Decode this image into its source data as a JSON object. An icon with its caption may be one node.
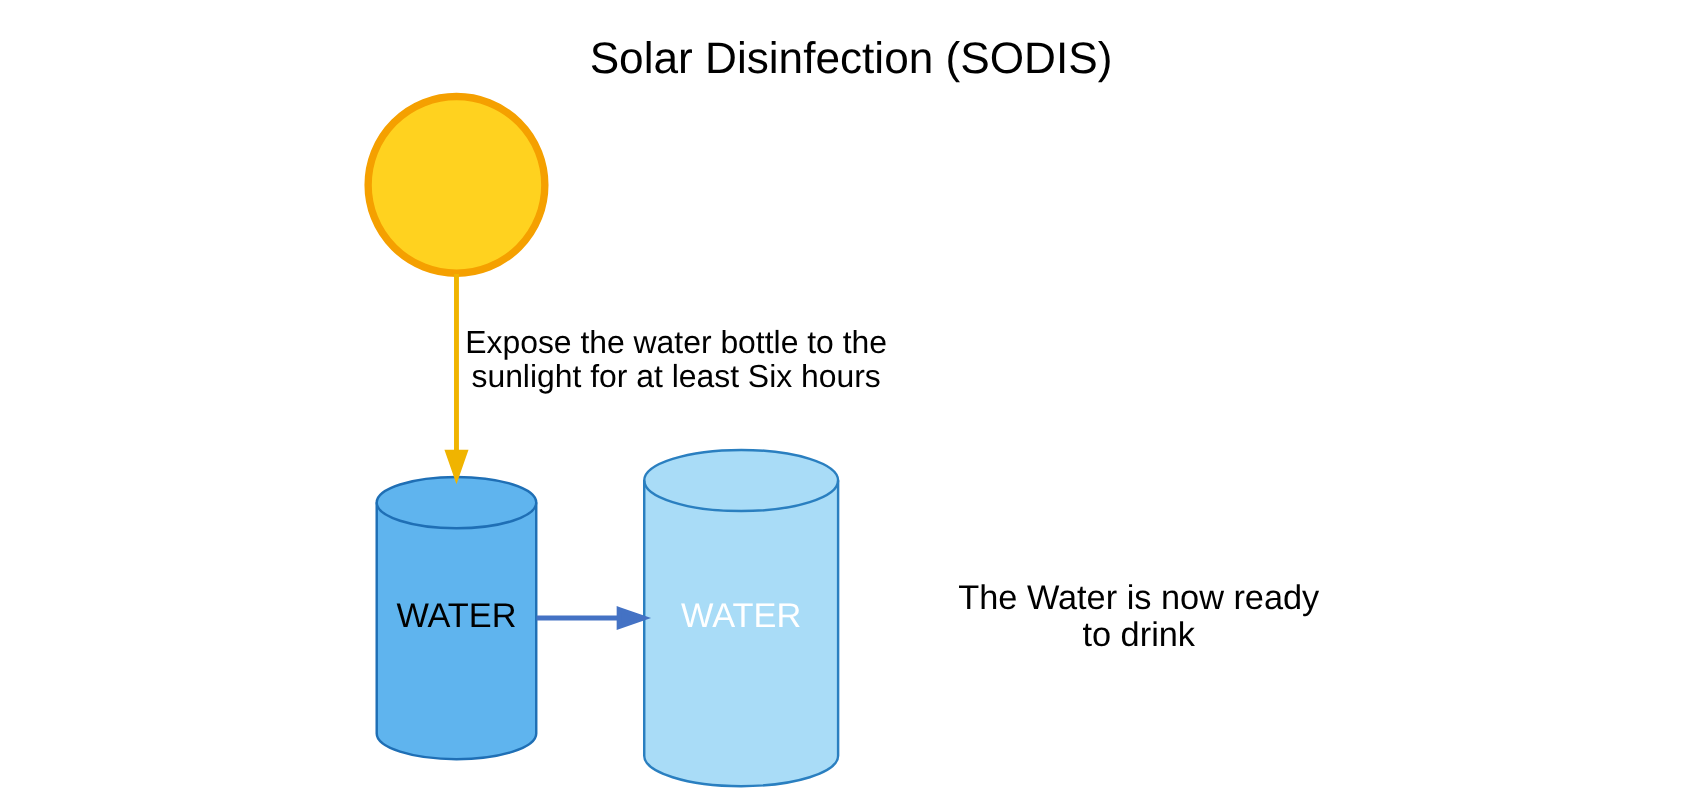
{
  "diagram": {
    "title": "Solar Disinfection (SODIS)",
    "nodes": [
      {
        "text": [],
        "shape": "circle"
      },
      {
        "text": [
          "WATER"
        ]
      },
      {
        "text": [
          "WATER"
        ],
        "beside": [
          "The Water is now ready to drink"
        ]
      }
    ],
    "edges": [
      {
        "from": 0,
        "to": 1,
        "arrow": "to",
        "label": "Expose the water bottle to the sunlight for at least Six hours",
        "color": "#f0b400"
      },
      {
        "from": 1,
        "to": 2,
        "arrow": "to",
        "color": "#4472c4"
      }
    ]
  }
}
